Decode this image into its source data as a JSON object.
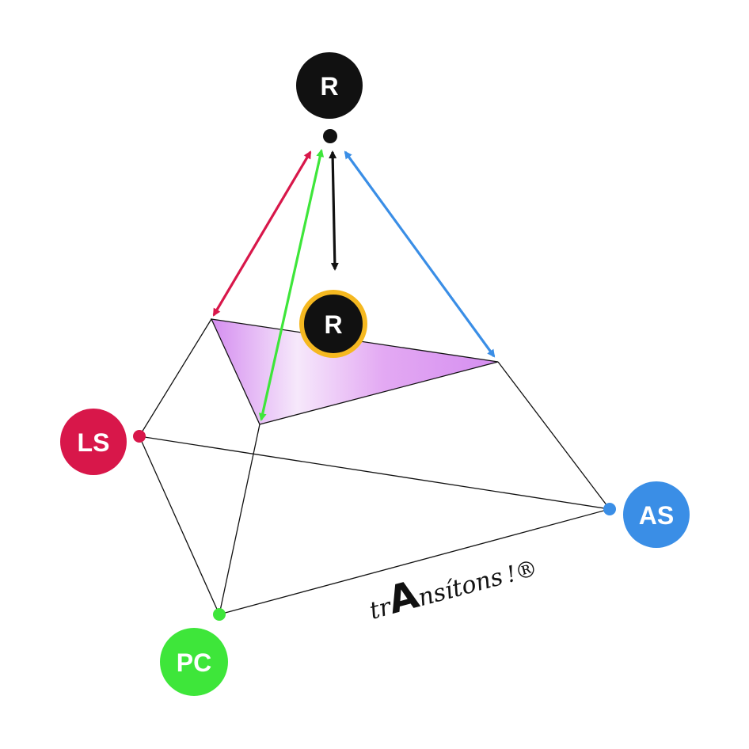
{
  "nodes": {
    "top": {
      "label": "R",
      "color": "#111111"
    },
    "center": {
      "label": "R",
      "color": "#111111",
      "ring_color": "#f5b820"
    },
    "ls": {
      "label": "LS",
      "color": "#d8174a"
    },
    "as": {
      "label": "AS",
      "color": "#3a8ee6"
    },
    "pc": {
      "label": "PC",
      "color": "#3ee63a"
    }
  },
  "plane": {
    "color": "#d896f0"
  },
  "arrows": {
    "red": "#d8174a",
    "green": "#3ee63a",
    "black": "#111111",
    "blue": "#3a8ee6"
  },
  "logo": {
    "prefix": "tr",
    "big_letter": "A",
    "suffix": "nsítons",
    "mark": "!®"
  }
}
